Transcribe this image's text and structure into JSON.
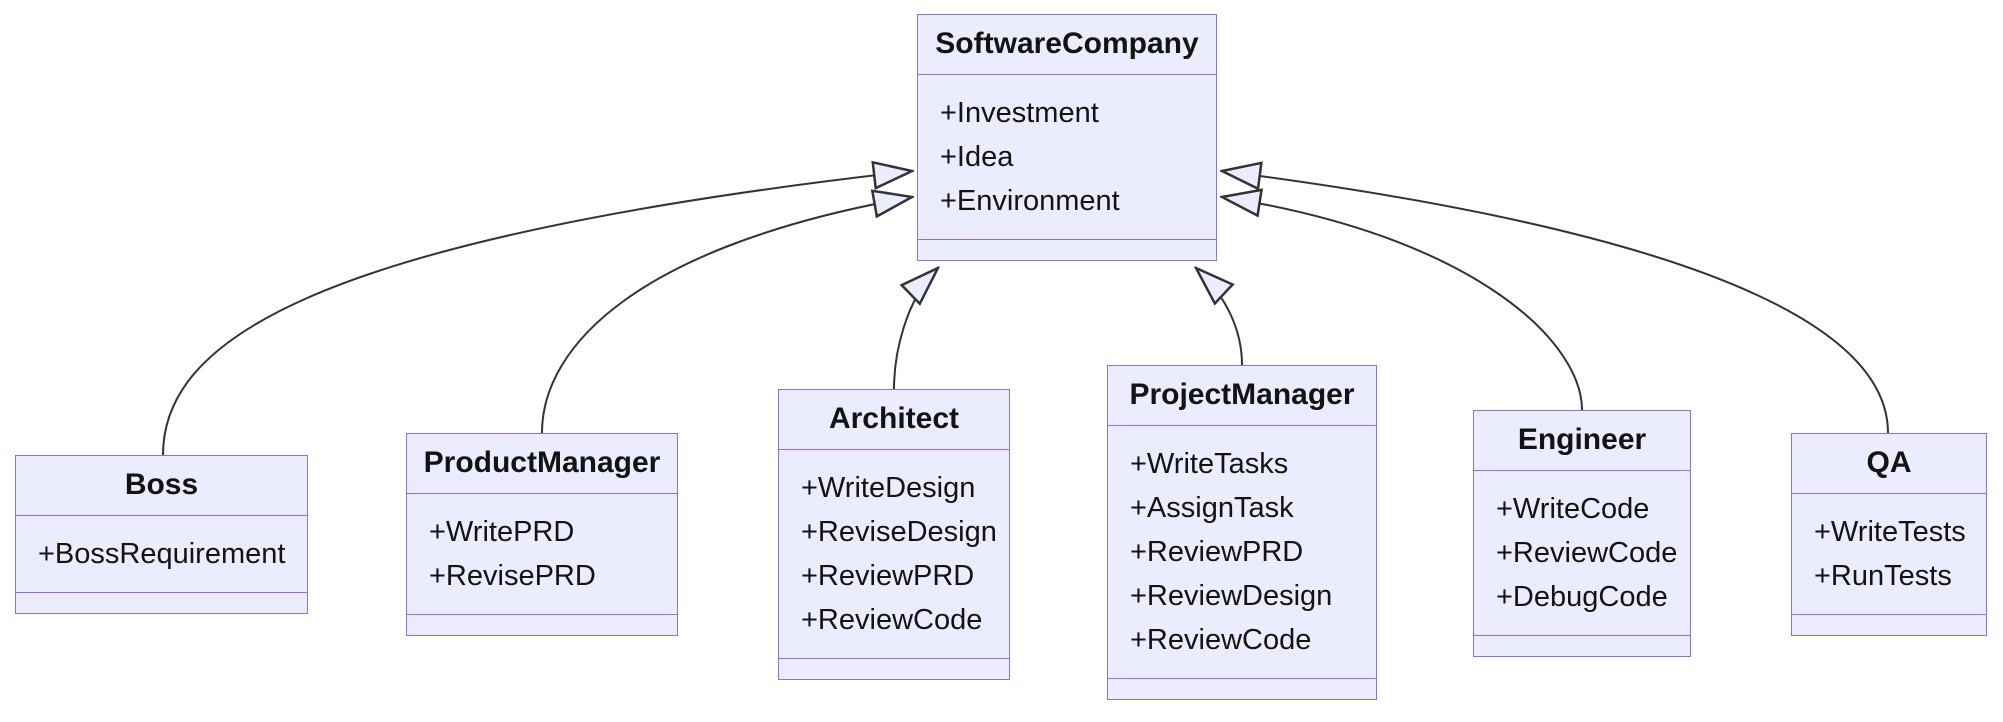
{
  "diagram": {
    "kind": "uml-class-diagram",
    "classes": [
      {
        "name": "SoftwareCompany",
        "members": [
          "+Investment",
          "+Idea",
          "+Environment"
        ]
      },
      {
        "name": "Boss",
        "members": [
          "+BossRequirement"
        ]
      },
      {
        "name": "ProductManager",
        "members": [
          "+WritePRD",
          "+RevisePRD"
        ]
      },
      {
        "name": "Architect",
        "members": [
          "+WriteDesign",
          "+ReviseDesign",
          "+ReviewPRD",
          "+ReviewCode"
        ]
      },
      {
        "name": "ProjectManager",
        "members": [
          "+WriteTasks",
          "+AssignTask",
          "+ReviewPRD",
          "+ReviewDesign",
          "+ReviewCode"
        ]
      },
      {
        "name": "Engineer",
        "members": [
          "+WriteCode",
          "+ReviewCode",
          "+DebugCode"
        ]
      },
      {
        "name": "QA",
        "members": [
          "+WriteTests",
          "+RunTests"
        ]
      }
    ],
    "relations": [
      {
        "from": "Boss",
        "to": "SoftwareCompany",
        "type": "inheritance"
      },
      {
        "from": "ProductManager",
        "to": "SoftwareCompany",
        "type": "inheritance"
      },
      {
        "from": "Architect",
        "to": "SoftwareCompany",
        "type": "inheritance"
      },
      {
        "from": "ProjectManager",
        "to": "SoftwareCompany",
        "type": "inheritance"
      },
      {
        "from": "Engineer",
        "to": "SoftwareCompany",
        "type": "inheritance"
      },
      {
        "from": "QA",
        "to": "SoftwareCompany",
        "type": "inheritance"
      }
    ],
    "colors": {
      "class_fill": "#ECECFF",
      "class_border": "#9370DB",
      "edge_line": "#333333",
      "arrowhead_fill": "#ECECFF",
      "text": "#131313",
      "background": "#FFFFFF"
    }
  }
}
